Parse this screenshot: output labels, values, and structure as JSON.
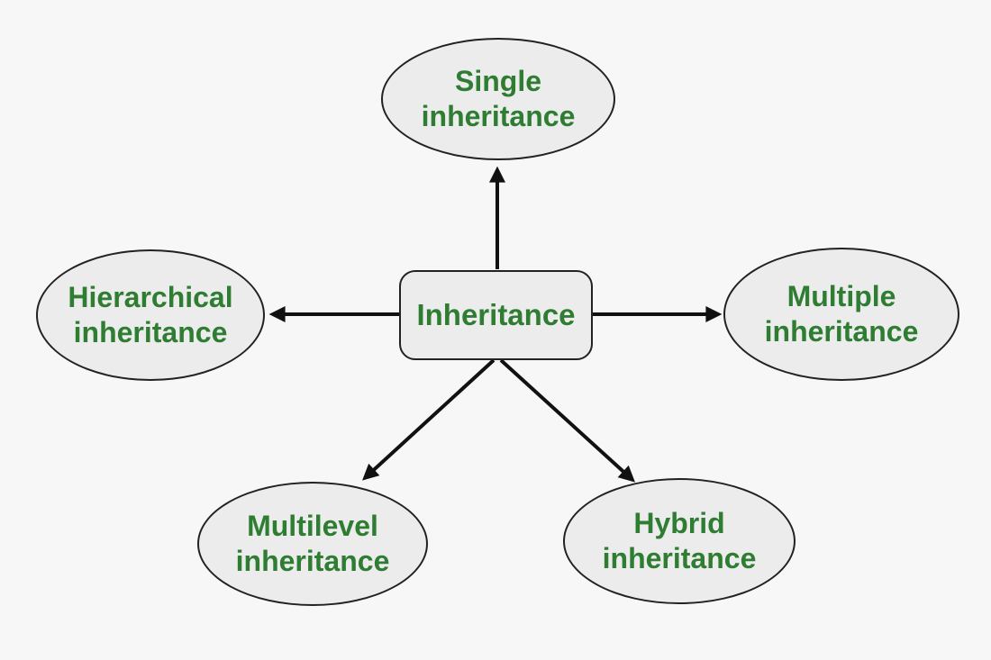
{
  "colors": {
    "bg": "#f7f7f8",
    "node-fill": "#ececec",
    "node-border": "#222222",
    "text-green": "#2e7d32",
    "arrow": "#111111"
  },
  "center": {
    "label": "Inheritance"
  },
  "nodes": {
    "single": {
      "label": "Single\ninheritance"
    },
    "multiple": {
      "label": "Multiple\ninheritance"
    },
    "hierarchical": {
      "label": "Hierarchical\ninheritance"
    },
    "multilevel": {
      "label": "Multilevel\ninheritance"
    },
    "hybrid": {
      "label": "Hybrid\ninheritance"
    }
  },
  "edges": [
    {
      "from": "Inheritance",
      "to": "Single inheritance",
      "direction": "up"
    },
    {
      "from": "Inheritance",
      "to": "Hierarchical inheritance",
      "direction": "left"
    },
    {
      "from": "Inheritance",
      "to": "Multiple inheritance",
      "direction": "right"
    },
    {
      "from": "Inheritance",
      "to": "Multilevel inheritance",
      "direction": "down-left"
    },
    {
      "from": "Inheritance",
      "to": "Hybrid inheritance",
      "direction": "down-right"
    }
  ]
}
